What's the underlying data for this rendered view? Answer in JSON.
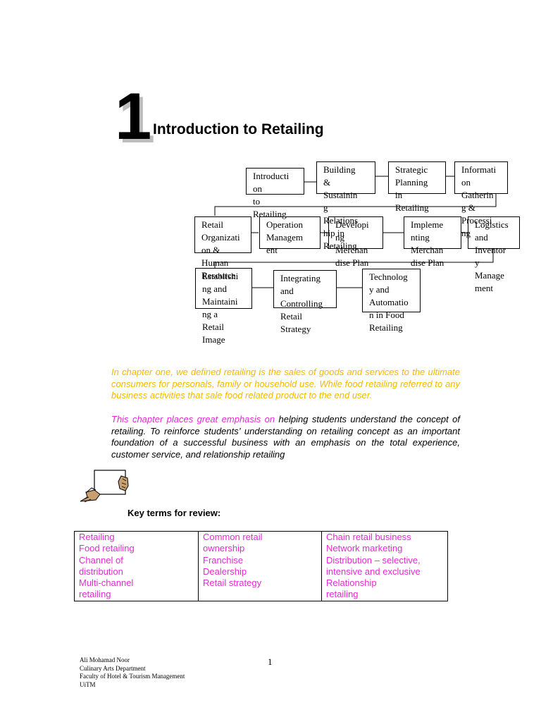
{
  "header": {
    "chapter_number": "1",
    "title": "Introduction to Retailing"
  },
  "diagram": {
    "boxes": [
      {
        "lines": [
          "Introducti",
          "on",
          "to",
          "Retailing"
        ]
      },
      {
        "lines": [
          "Building",
          "&",
          "Sustainin",
          "g",
          "Relations",
          "hip in",
          "Retailing"
        ]
      },
      {
        "lines": [
          "Strategic",
          "Planning",
          "in",
          "Retailing"
        ]
      },
      {
        "lines": [
          "Informati",
          "on",
          "Gatherin",
          "g &",
          "Processi",
          "ng"
        ]
      },
      {
        "lines": [
          "Retail",
          "Organizati",
          "on &",
          "Human",
          "Resource"
        ]
      },
      {
        "lines": [
          "Operation",
          "Managem",
          "ent"
        ]
      },
      {
        "lines": [
          "Developi",
          "ng",
          "Merchan",
          "dise Plan"
        ]
      },
      {
        "lines": [
          "Impleme",
          "nting",
          "Merchan",
          "dise Plan"
        ]
      },
      {
        "lines": [
          "Logistics",
          "and",
          "Inventor",
          "y",
          "Manage",
          "ment"
        ]
      },
      {
        "lines": [
          "Establishi",
          "ng and",
          "Maintaini",
          "ng a",
          "Retail",
          "Image"
        ]
      },
      {
        "lines": [
          "Integrating",
          "and",
          "Controlling",
          "Retail",
          "Strategy"
        ]
      },
      {
        "lines": [
          "Technolog",
          "y and",
          "Automatio",
          "n in Food",
          "Retailing"
        ]
      }
    ]
  },
  "paragraphs": {
    "p1": "In chapter one, we defined retailing is the sales of goods and services to the ultimate consumers for personals, family or household use. While food retailing referred to any business activities that sale food related product to the end user.",
    "p2_highlight": "This chapter places great emphasis on",
    "p2_rest": " helping students understand the concept of retailing. To reinforce students’ understanding on retailing concept as an important foundation of a successful business with an emphasis on the total experience, customer service, and relationship retailing"
  },
  "key_terms": {
    "heading": "Key terms for review:",
    "columns": [
      [
        "Retailing",
        "Food retailing",
        "Channel of",
        "distribution",
        "Multi-channel",
        "retailing"
      ],
      [
        "Common retail",
        "ownership",
        "Franchise",
        "Dealership",
        "Retail strategy"
      ],
      [
        "Chain retail business",
        "Network marketing",
        "Distribution – selective,",
        "intensive and exclusive",
        "Relationship",
        "retailing"
      ]
    ]
  },
  "footer": {
    "lines": [
      "Ali Mohamad Noor",
      "Culinary Arts Department",
      "Faculty of Hotel & Tourism Management",
      "UiTM"
    ],
    "page_number": "1"
  },
  "colors": {
    "yellow_text": "#f5b800",
    "magenta_text": "#e22bd0"
  }
}
